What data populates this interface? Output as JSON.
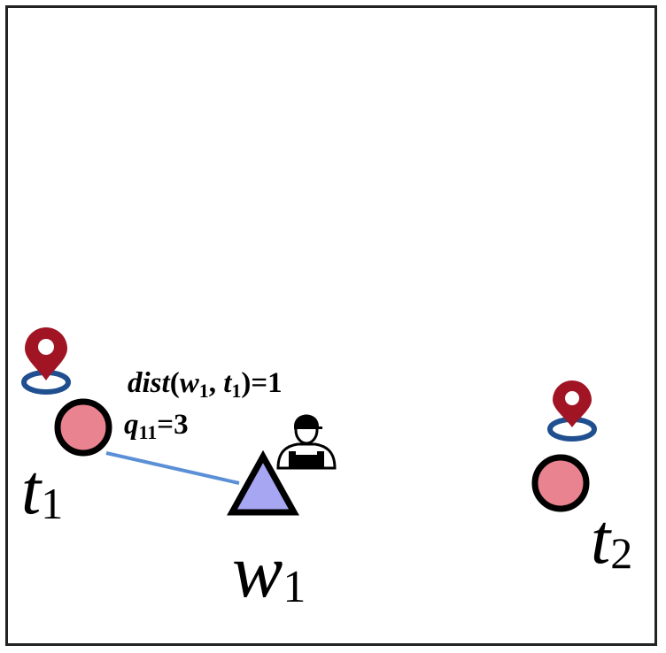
{
  "colors": {
    "task_fill": "#e9838f",
    "worker_fill": "#a6a6f2",
    "edge": "#5b8fd6",
    "pin": "#a01424",
    "pin_ring": "#1f4f8f",
    "outline": "#000000"
  },
  "tasks": [
    {
      "name": "t",
      "sub": "1"
    },
    {
      "name": "t",
      "sub": "2"
    }
  ],
  "workers": [
    {
      "name": "w",
      "sub": "1"
    }
  ],
  "annotation": {
    "dist_fn": "dist",
    "dist_open": "(",
    "dist_w": "w",
    "dist_w_sub": "1",
    "dist_sep": ", ",
    "dist_t": "t",
    "dist_t_sub": "1",
    "dist_close": ")=1",
    "q_sym": "q",
    "q_sub": "11",
    "q_val": "=3"
  },
  "icons": [
    "location-pin-icon",
    "location-pin-icon",
    "worker-person-icon"
  ]
}
